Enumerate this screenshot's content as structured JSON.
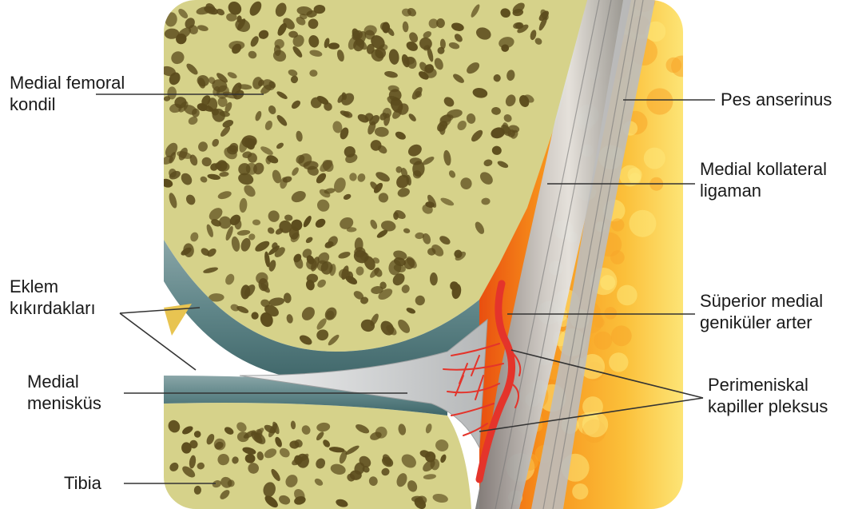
{
  "labels": {
    "medial_femoral_kondil": [
      "Medial femoral",
      "kondil"
    ],
    "eklem_kikirdaklari": [
      "Eklem",
      "kıkırdakları"
    ],
    "medial_menisku": [
      "Medial",
      "menisküs"
    ],
    "tibia": [
      "Tibia"
    ],
    "pes_anserinus": [
      "Pes anserinus"
    ],
    "medial_kollateral_ligaman": [
      "Medial kollateral",
      "ligaman"
    ],
    "superior_medial_genikuler_arter": [
      "Süperior medial",
      "geniküler arter"
    ],
    "perimeniskal_kapiller_pleksus": [
      "Perimeniskal",
      "kapiller pleksus"
    ]
  },
  "colors": {
    "bone_matrix": "#d6d28a",
    "bone_pore": "#5b4b1c",
    "cartilage": "#6f8f92",
    "meniscus": "#d9dadb",
    "ligament": "#9a9a9a",
    "fat_orange": "#f39a1a",
    "fat_yellow": "#fde87a",
    "artery_red": "#e4342b",
    "leader_line": "#333333"
  }
}
